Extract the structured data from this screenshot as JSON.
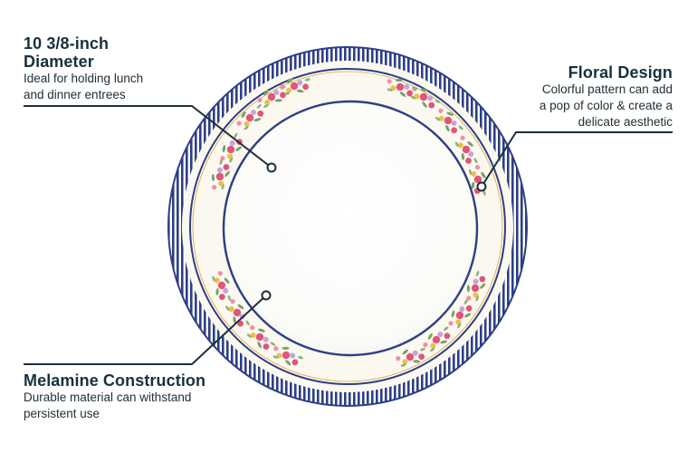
{
  "callouts": {
    "diameter": {
      "title_line1": "10 3/8-inch",
      "title_line2": "Diameter",
      "body_line1": "Ideal for holding lunch",
      "body_line2": "and dinner entrees"
    },
    "floral": {
      "title": "Floral Design",
      "body_line1": "Colorful pattern can add",
      "body_line2": "a pop of color & create a",
      "body_line3": "delicate aesthetic"
    },
    "melamine": {
      "title": "Melamine Construction",
      "body_line1": "Durable material can withstand",
      "body_line2": "persistent use"
    }
  },
  "colors": {
    "text": "#17313d",
    "rim_blue": "#2e3f86",
    "plate_cream": "#faf8ef",
    "flower_pink": "#e0557a",
    "flower_yellow": "#e9c24a",
    "leaf_green": "#7aa26a",
    "callout_line": "#1b2f3a"
  },
  "icons": {
    "plate": "dinner-plate-illustration"
  }
}
